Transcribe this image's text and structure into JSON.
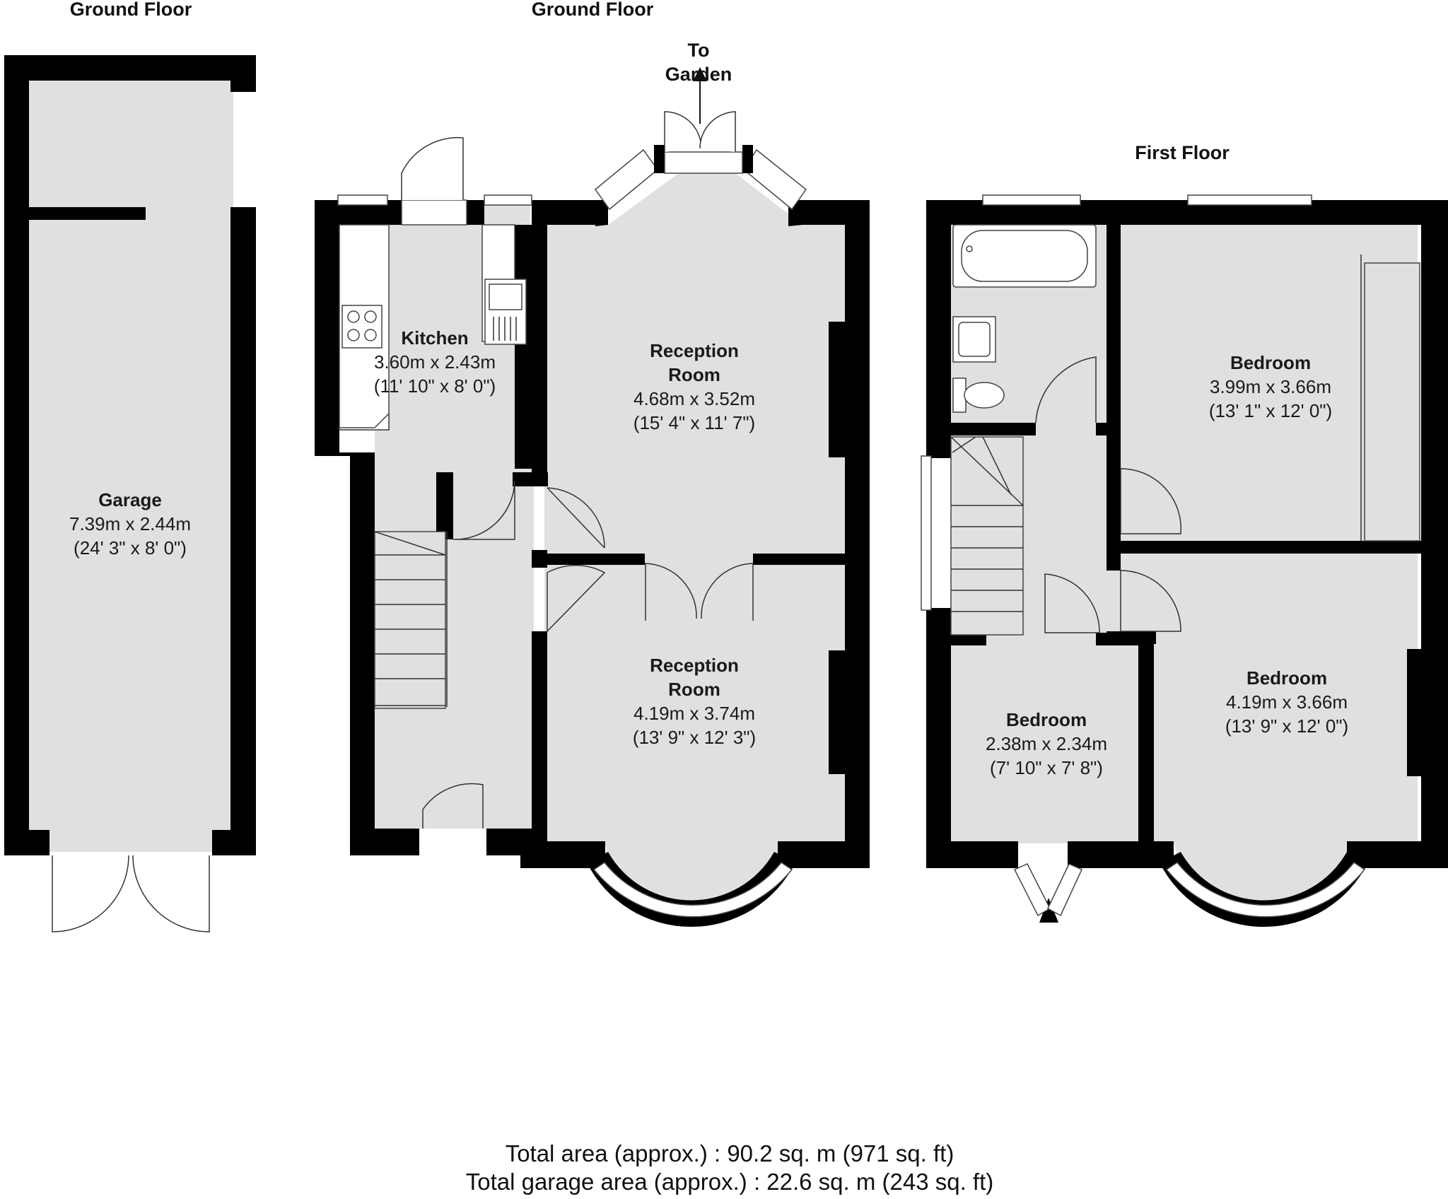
{
  "titles": {
    "garage_floor": "Ground Floor",
    "ground_floor": "Ground Floor",
    "first_floor": "First Floor",
    "to_garden_1": "To",
    "to_garden_2": "Garden"
  },
  "rooms": {
    "garage": {
      "name": "Garage",
      "metric": "7.39m x 2.44m",
      "imperial": "(24' 3\" x 8' 0\")"
    },
    "kitchen": {
      "name": "Kitchen",
      "metric": "3.60m x 2.43m",
      "imperial": "(11' 10\" x 8' 0\")"
    },
    "reception_rear": {
      "name_1": "Reception",
      "name_2": "Room",
      "metric": "4.68m x 3.52m",
      "imperial": "(15' 4\" x 11' 7\")"
    },
    "reception_front": {
      "name_1": "Reception",
      "name_2": "Room",
      "metric": "4.19m x 3.74m",
      "imperial": "(13' 9\" x 12' 3\")"
    },
    "bedroom_rear": {
      "name": "Bedroom",
      "metric": "3.99m x 3.66m",
      "imperial": "(13' 1\" x 12' 0\")"
    },
    "bedroom_small": {
      "name": "Bedroom",
      "metric": "2.38m x 2.34m",
      "imperial": "(7' 10\" x 7' 8\")"
    },
    "bedroom_front": {
      "name": "Bedroom",
      "metric": "4.19m x 3.66m",
      "imperial": "(13' 9\" x 12' 0\")"
    }
  },
  "totals": {
    "area": "Total area (approx.) : 90.2 sq. m (971 sq. ft)",
    "garage_area": "Total garage area (approx.) : 22.6 sq. m (243 sq. ft)"
  }
}
